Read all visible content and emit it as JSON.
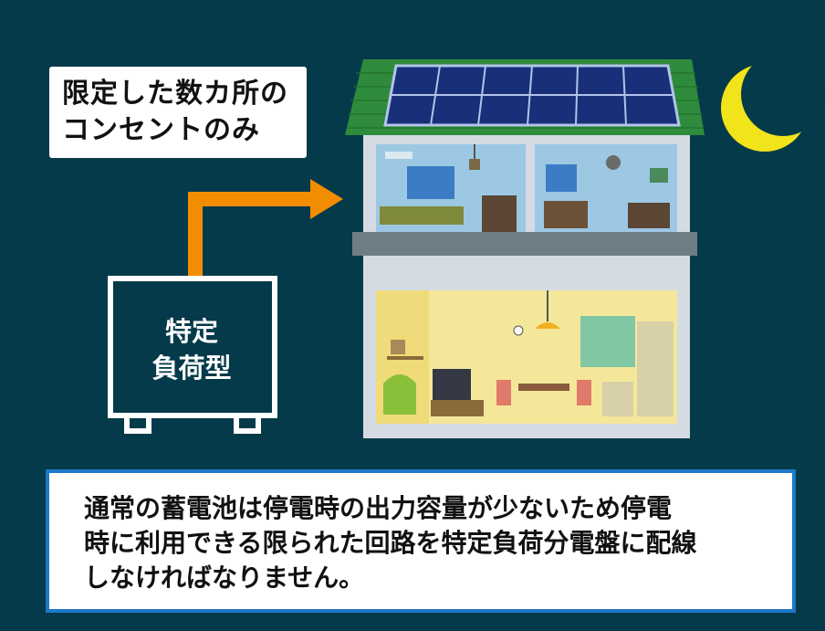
{
  "label_box": {
    "line1": "限定した数カ所の",
    "line2": "コンセントのみ"
  },
  "battery": {
    "line1": "特定",
    "line2": "負荷型"
  },
  "caption": {
    "line1": "通常の蓄電池は停電時の出力容量が少ないため停電",
    "line2": "時に利用できる限られた回路を特定負荷分電盤に配線",
    "line3": "しなければなりません。"
  },
  "colors": {
    "background": "#053a4a",
    "arrow": "#f28c00",
    "roof": "#2e8b3c",
    "solar_panel": "#1a2f7a",
    "moon": "#f2e41a",
    "upper_floor": "#9cc8e4",
    "lower_floor": "#f4e79a",
    "caption_border": "#1e78c8"
  },
  "icons": [
    "moon-icon",
    "solar-panel-icon",
    "house-icon",
    "battery-icon",
    "arrow-icon"
  ]
}
